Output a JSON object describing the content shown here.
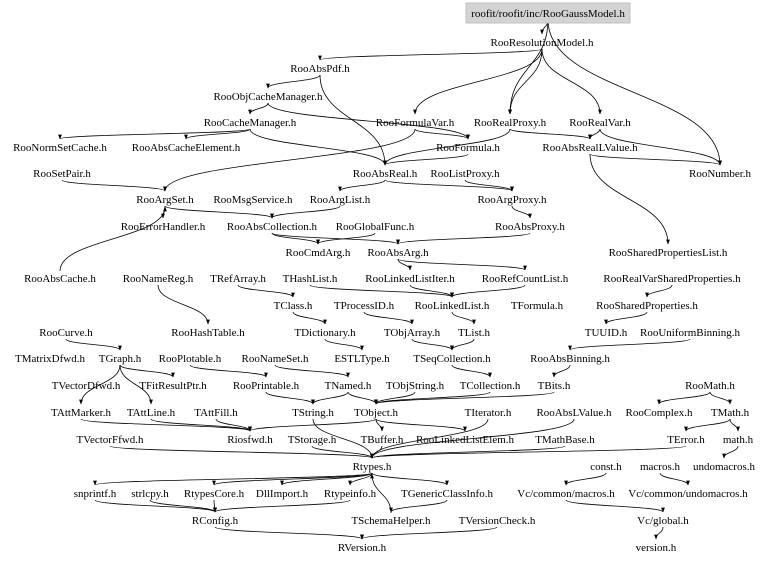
{
  "title": "roofit/roofit/inc/RooGaussModel.h",
  "colors": {
    "root_fill": "#d3d3d3",
    "edge": "#000000",
    "background": "#ffffff"
  },
  "nodes": [
    "roofit/roofit/inc/RooGaussModel.h",
    "RooResolutionModel.h",
    "RooAbsPdf.h",
    "RooObjCacheManager.h",
    "RooCacheManager.h",
    "RooFormulaVar.h",
    "RooRealProxy.h",
    "RooRealVar.h",
    "RooNormSetCache.h",
    "RooAbsCacheElement.h",
    "RooFormula.h",
    "RooAbsRealLValue.h",
    "RooSetPair.h",
    "RooAbsReal.h",
    "RooListProxy.h",
    "RooNumber.h",
    "RooArgSet.h",
    "RooMsgService.h",
    "RooArgList.h",
    "RooArgProxy.h",
    "RooErrorHandler.h",
    "RooAbsCollection.h",
    "RooGlobalFunc.h",
    "RooAbsProxy.h",
    "RooCmdArg.h",
    "RooAbsArg.h",
    "RooSharedPropertiesList.h",
    "RooAbsCache.h",
    "RooNameReg.h",
    "TRefArray.h",
    "THashList.h",
    "RooLinkedListIter.h",
    "RooRefCountList.h",
    "RooRealVarSharedProperties.h",
    "TClass.h",
    "TProcessID.h",
    "RooLinkedList.h",
    "TFormula.h",
    "RooSharedProperties.h",
    "RooCurve.h",
    "RooHashTable.h",
    "TDictionary.h",
    "TObjArray.h",
    "TList.h",
    "TUUID.h",
    "RooUniformBinning.h",
    "TMatrixDfwd.h",
    "TGraph.h",
    "RooPlotable.h",
    "RooNameSet.h",
    "ESTLType.h",
    "TSeqCollection.h",
    "RooAbsBinning.h",
    "TVectorDfwd.h",
    "TFitResultPtr.h",
    "RooPrintable.h",
    "TNamed.h",
    "TObjString.h",
    "TCollection.h",
    "TBits.h",
    "RooMath.h",
    "TAttMarker.h",
    "TAttLine.h",
    "TAttFill.h",
    "TString.h",
    "TObject.h",
    "TIterator.h",
    "RooAbsLValue.h",
    "RooComplex.h",
    "TMath.h",
    "TVectorFfwd.h",
    "Riosfwd.h",
    "TStorage.h",
    "TBuffer.h",
    "RooLinkedListElem.h",
    "TMathBase.h",
    "TError.h",
    "math.h",
    "Rtypes.h",
    "const.h",
    "macros.h",
    "undomacros.h",
    "snprintf.h",
    "strlcpy.h",
    "RtypesCore.h",
    "DllImport.h",
    "Rtypeinfo.h",
    "TGenericClassInfo.h",
    "Vc/common/macros.h",
    "Vc/common/undomacros.h",
    "RConfig.h",
    "TSchemaHelper.h",
    "TVersionCheck.h",
    "Vc/global.h",
    "RVersion.h",
    "version.h"
  ],
  "edges": [
    [
      0,
      1
    ],
    [
      0,
      6
    ],
    [
      0,
      15
    ],
    [
      1,
      2
    ],
    [
      1,
      5
    ],
    [
      1,
      6
    ],
    [
      1,
      7
    ],
    [
      2,
      3
    ],
    [
      2,
      13
    ],
    [
      3,
      4
    ],
    [
      3,
      10
    ],
    [
      4,
      8
    ],
    [
      4,
      9
    ],
    [
      4,
      13
    ],
    [
      5,
      10
    ],
    [
      5,
      16
    ],
    [
      6,
      11
    ],
    [
      6,
      13
    ],
    [
      7,
      11
    ],
    [
      7,
      15
    ],
    [
      10,
      13
    ],
    [
      11,
      15
    ],
    [
      11,
      26
    ],
    [
      13,
      18
    ],
    [
      13,
      19
    ],
    [
      14,
      19
    ],
    [
      12,
      16
    ],
    [
      16,
      20
    ],
    [
      16,
      21
    ],
    [
      18,
      21
    ],
    [
      21,
      24
    ],
    [
      21,
      25
    ],
    [
      22,
      24
    ],
    [
      19,
      23
    ],
    [
      23,
      25
    ],
    [
      25,
      32
    ],
    [
      25,
      31
    ],
    [
      27,
      16
    ],
    [
      28,
      40
    ],
    [
      29,
      34
    ],
    [
      30,
      36
    ],
    [
      31,
      36
    ],
    [
      32,
      36
    ],
    [
      33,
      38
    ],
    [
      34,
      41
    ],
    [
      35,
      42
    ],
    [
      36,
      43
    ],
    [
      38,
      44
    ],
    [
      42,
      51
    ],
    [
      43,
      51
    ],
    [
      41,
      50
    ],
    [
      39,
      47
    ],
    [
      47,
      54
    ],
    [
      47,
      61
    ],
    [
      47,
      62
    ],
    [
      48,
      55
    ],
    [
      49,
      56
    ],
    [
      51,
      58
    ],
    [
      56,
      64
    ],
    [
      56,
      65
    ],
    [
      58,
      65
    ],
    [
      57,
      65
    ],
    [
      55,
      64
    ],
    [
      45,
      52
    ],
    [
      60,
      68
    ],
    [
      60,
      69
    ],
    [
      62,
      71
    ],
    [
      63,
      71
    ],
    [
      61,
      71
    ],
    [
      65,
      71
    ],
    [
      65,
      73
    ],
    [
      65,
      74
    ],
    [
      66,
      78
    ],
    [
      69,
      76
    ],
    [
      69,
      77
    ],
    [
      70,
      78
    ],
    [
      72,
      78
    ],
    [
      73,
      78
    ],
    [
      75,
      78
    ],
    [
      76,
      78
    ],
    [
      77,
      81
    ],
    [
      78,
      82
    ],
    [
      78,
      84
    ],
    [
      78,
      85
    ],
    [
      78,
      86
    ],
    [
      78,
      87
    ],
    [
      82,
      90
    ],
    [
      84,
      90
    ],
    [
      83,
      90
    ],
    [
      86,
      90
    ],
    [
      91,
      78
    ],
    [
      87,
      91
    ],
    [
      90,
      94
    ],
    [
      92,
      94
    ],
    [
      79,
      88
    ],
    [
      80,
      89
    ],
    [
      88,
      93
    ],
    [
      93,
      95
    ],
    [
      67,
      78
    ],
    [
      59,
      65
    ],
    [
      52,
      59
    ],
    [
      64,
      78
    ]
  ]
}
